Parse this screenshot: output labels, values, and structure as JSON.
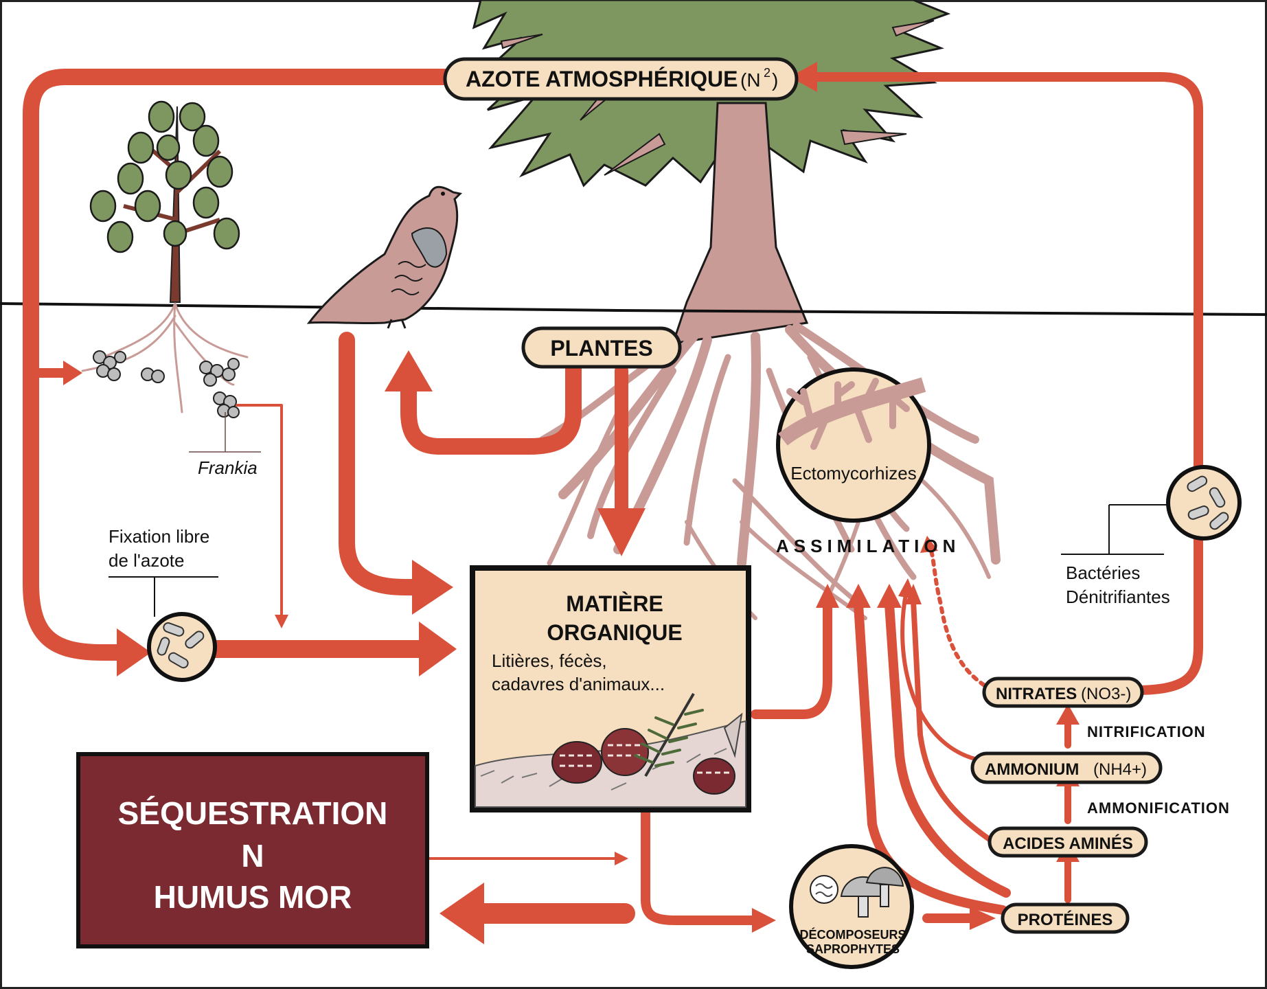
{
  "labels": {
    "azote": "AZOTE ATMOSPHÉRIQUE",
    "azote_formula": "(N",
    "azote_sup": "2",
    "azote_close": ")",
    "plantes": "PLANTES",
    "frankia": "Frankia",
    "fixation_line1": "Fixation libre",
    "fixation_line2": "de l'azote",
    "ectomycorhizes": "Ectomycorhizes",
    "assimilation": "ASSIMILATION",
    "bacteries_line1": "Bactéries",
    "bacteries_line2": "Dénitrifiantes",
    "matiere_line1": "MATIÈRE",
    "matiere_line2": "ORGANIQUE",
    "matiere_sub1": "Litières, fécès,",
    "matiere_sub2": "cadavres d'animaux...",
    "sequestration_line1": "SÉQUESTRATION",
    "sequestration_line2": "N",
    "sequestration_line3": "HUMUS MOR",
    "nitrates": "NITRATES",
    "nitrates_formula": "(NO3-)",
    "nitrification": "NITRIFICATION",
    "ammonium": "AMMONIUM",
    "ammonium_formula": "(NH4+)",
    "ammonification": "AMMONIFICATION",
    "acides": "ACIDES AMINÉS",
    "proteines": "PROTÉINES",
    "decomposeurs_line1": "DÉCOMPOSEURS",
    "decomposeurs_line2": "SAPROPHYTES"
  },
  "colors": {
    "arrow": "#d9513a",
    "pill": "#f6dfc0",
    "sequestration": "#7a2a30",
    "foliage": "#7e9660",
    "trunk": "#c99b97"
  },
  "icons": [
    "tree-icon",
    "bird-icon",
    "bacteria-icon",
    "mushroom-icon",
    "pine-cone-icon"
  ]
}
